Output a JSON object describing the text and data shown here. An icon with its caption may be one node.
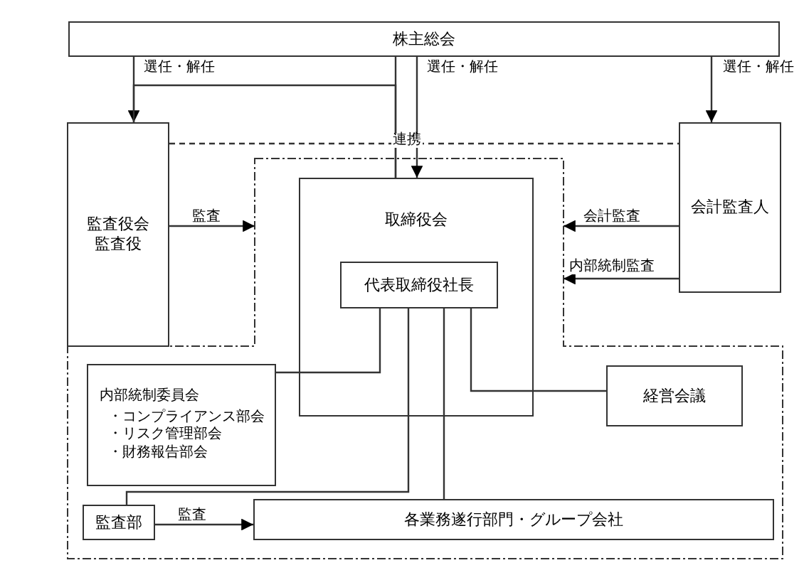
{
  "diagram": {
    "nodes": [
      {
        "text": [
          "株主総会"
        ]
      },
      {
        "text": [
          "監査役会",
          "監査役"
        ]
      },
      {
        "text": [
          "会計監査人"
        ]
      },
      {
        "text": [],
        "shape": "polygon"
      },
      {
        "text": [
          "取締役会"
        ],
        "in": 3
      },
      {
        "text": [
          "代表取締役社長"
        ],
        "in": 4
      },
      {
        "text": [
          "内部統制委員会",
          "・コンプライアンス部会",
          "・リスク管理部会",
          "・財務報告部会"
        ],
        "in": 3
      },
      {
        "text": [
          "経営会議"
        ],
        "in": 3
      },
      {
        "text": [
          "監査部"
        ],
        "in": 3
      },
      {
        "text": [
          "各業務遂行部門・グループ会社"
        ],
        "in": 3
      }
    ],
    "edges": [
      {
        "from": 0,
        "to": 1,
        "arrow": "to",
        "label": "選任・解任"
      },
      {
        "from": 0,
        "to": 4,
        "arrow": "to",
        "label": "選任・解任"
      },
      {
        "from": 0,
        "to": 2,
        "arrow": "to",
        "label": "選任・解任"
      },
      {
        "from": 0,
        "to": 4,
        "arrow": "none"
      },
      {
        "from": 1,
        "to": 4,
        "arrow": "none"
      },
      {
        "from": 1,
        "to": 2,
        "arrow": "none",
        "label": "連携",
        "style": "dashed"
      },
      {
        "from": 1,
        "to": 3,
        "arrow": "to",
        "label": "監査"
      },
      {
        "from": 2,
        "to": 3,
        "arrow": "to",
        "label": "会計監査"
      },
      {
        "from": 2,
        "to": 3,
        "arrow": "to",
        "label": "内部統制監査"
      },
      {
        "from": 5,
        "to": 6,
        "arrow": "none"
      },
      {
        "from": 5,
        "to": 7,
        "arrow": "none"
      },
      {
        "from": 5,
        "to": 8,
        "arrow": "none"
      },
      {
        "from": 5,
        "to": 9,
        "arrow": "none"
      },
      {
        "from": 8,
        "to": 9,
        "arrow": "to",
        "label": "監査"
      }
    ]
  }
}
